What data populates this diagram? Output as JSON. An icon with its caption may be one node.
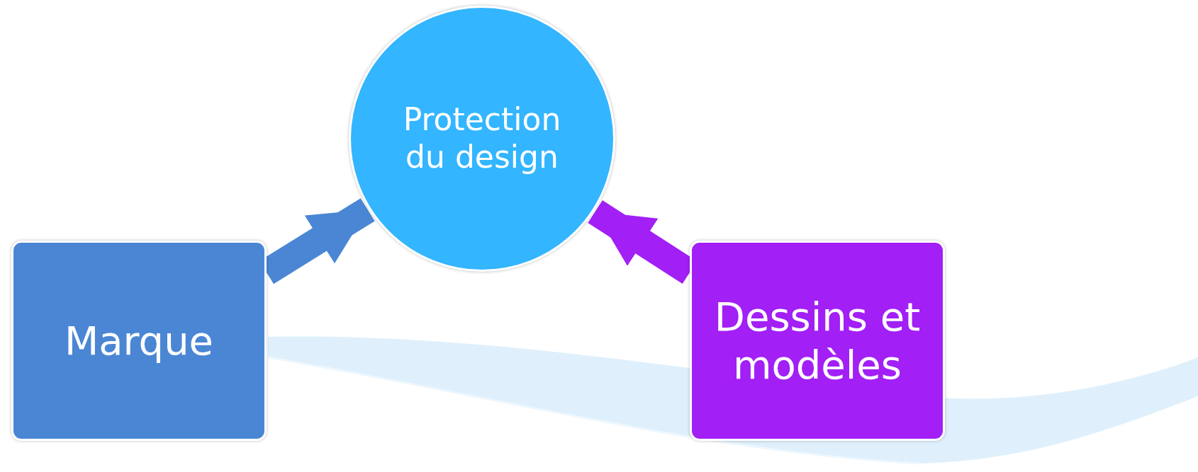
{
  "diagram": {
    "nodes": [
      {
        "text": [
          "Protection du design"
        ]
      },
      {
        "text": [
          "Marque"
        ]
      },
      {
        "text": [
          "Dessins et modèles"
        ]
      }
    ],
    "edges": [
      {
        "from": 1,
        "to": 0,
        "arrow": "to",
        "color": "#4a86d4"
      },
      {
        "from": 2,
        "to": 0,
        "arrow": "to",
        "color": "#a21ff5"
      }
    ]
  }
}
